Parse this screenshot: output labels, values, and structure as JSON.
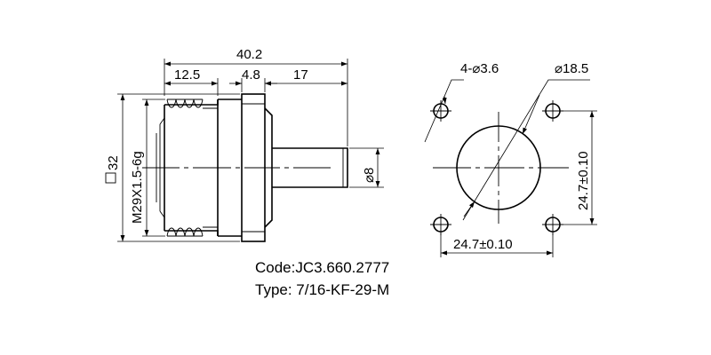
{
  "dimensions": {
    "overall_length": "40.2",
    "thread_length": "12.5",
    "flange_width": "4.8",
    "pin_length": "17",
    "pin_diameter": "⌀8",
    "square_size": "32",
    "thread_spec": "M29X1.5-6g",
    "hole_callout": "4-⌀3.6",
    "center_diameter": "⌀18.5",
    "hole_spacing_vertical": "24.7±0.10",
    "hole_spacing_horizontal": "24.7±0.10"
  },
  "caption": {
    "code": "Code:JC3.660.2777",
    "type": "Type: 7/16-KF-29-M"
  },
  "colors": {
    "line": "#000000",
    "background": "#ffffff"
  }
}
